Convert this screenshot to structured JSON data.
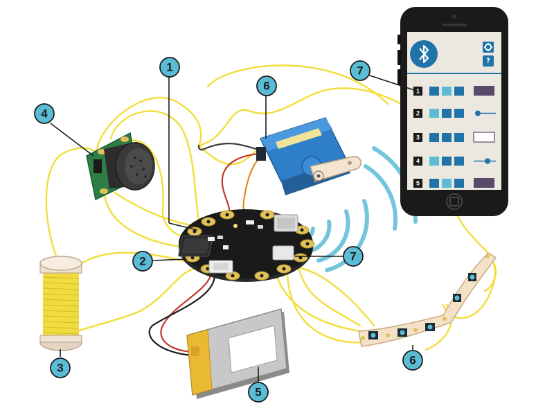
{
  "callouts": {
    "c1": "1",
    "c2": "2",
    "c3": "3",
    "c4": "4",
    "c5": "5",
    "c6_servo": "6",
    "c6_strip": "6",
    "c7_phone": "7",
    "c7_board": "7"
  },
  "phone_app": {
    "help_glyph": "?",
    "gear_icon": "gear-icon",
    "bluetooth_icon": "bluetooth-icon",
    "rows": [
      {
        "num": "1",
        "control": "color-swatch"
      },
      {
        "num": "2",
        "control": "slider"
      },
      {
        "num": "3",
        "control": "empty-box"
      },
      {
        "num": "4",
        "control": "slider"
      },
      {
        "num": "5",
        "control": "color-swatch"
      }
    ]
  },
  "colors": {
    "wire_yellow": "#f2de3a",
    "callout_fill": "#5bbcd6",
    "board_black": "#1a1a1a",
    "pad_gold": "#e1c25a",
    "servo_blue": "#2f7fc8",
    "app_blue": "#1f73a8",
    "battery_yellow": "#e9b934",
    "signal_blue": "#5bbcd6"
  }
}
